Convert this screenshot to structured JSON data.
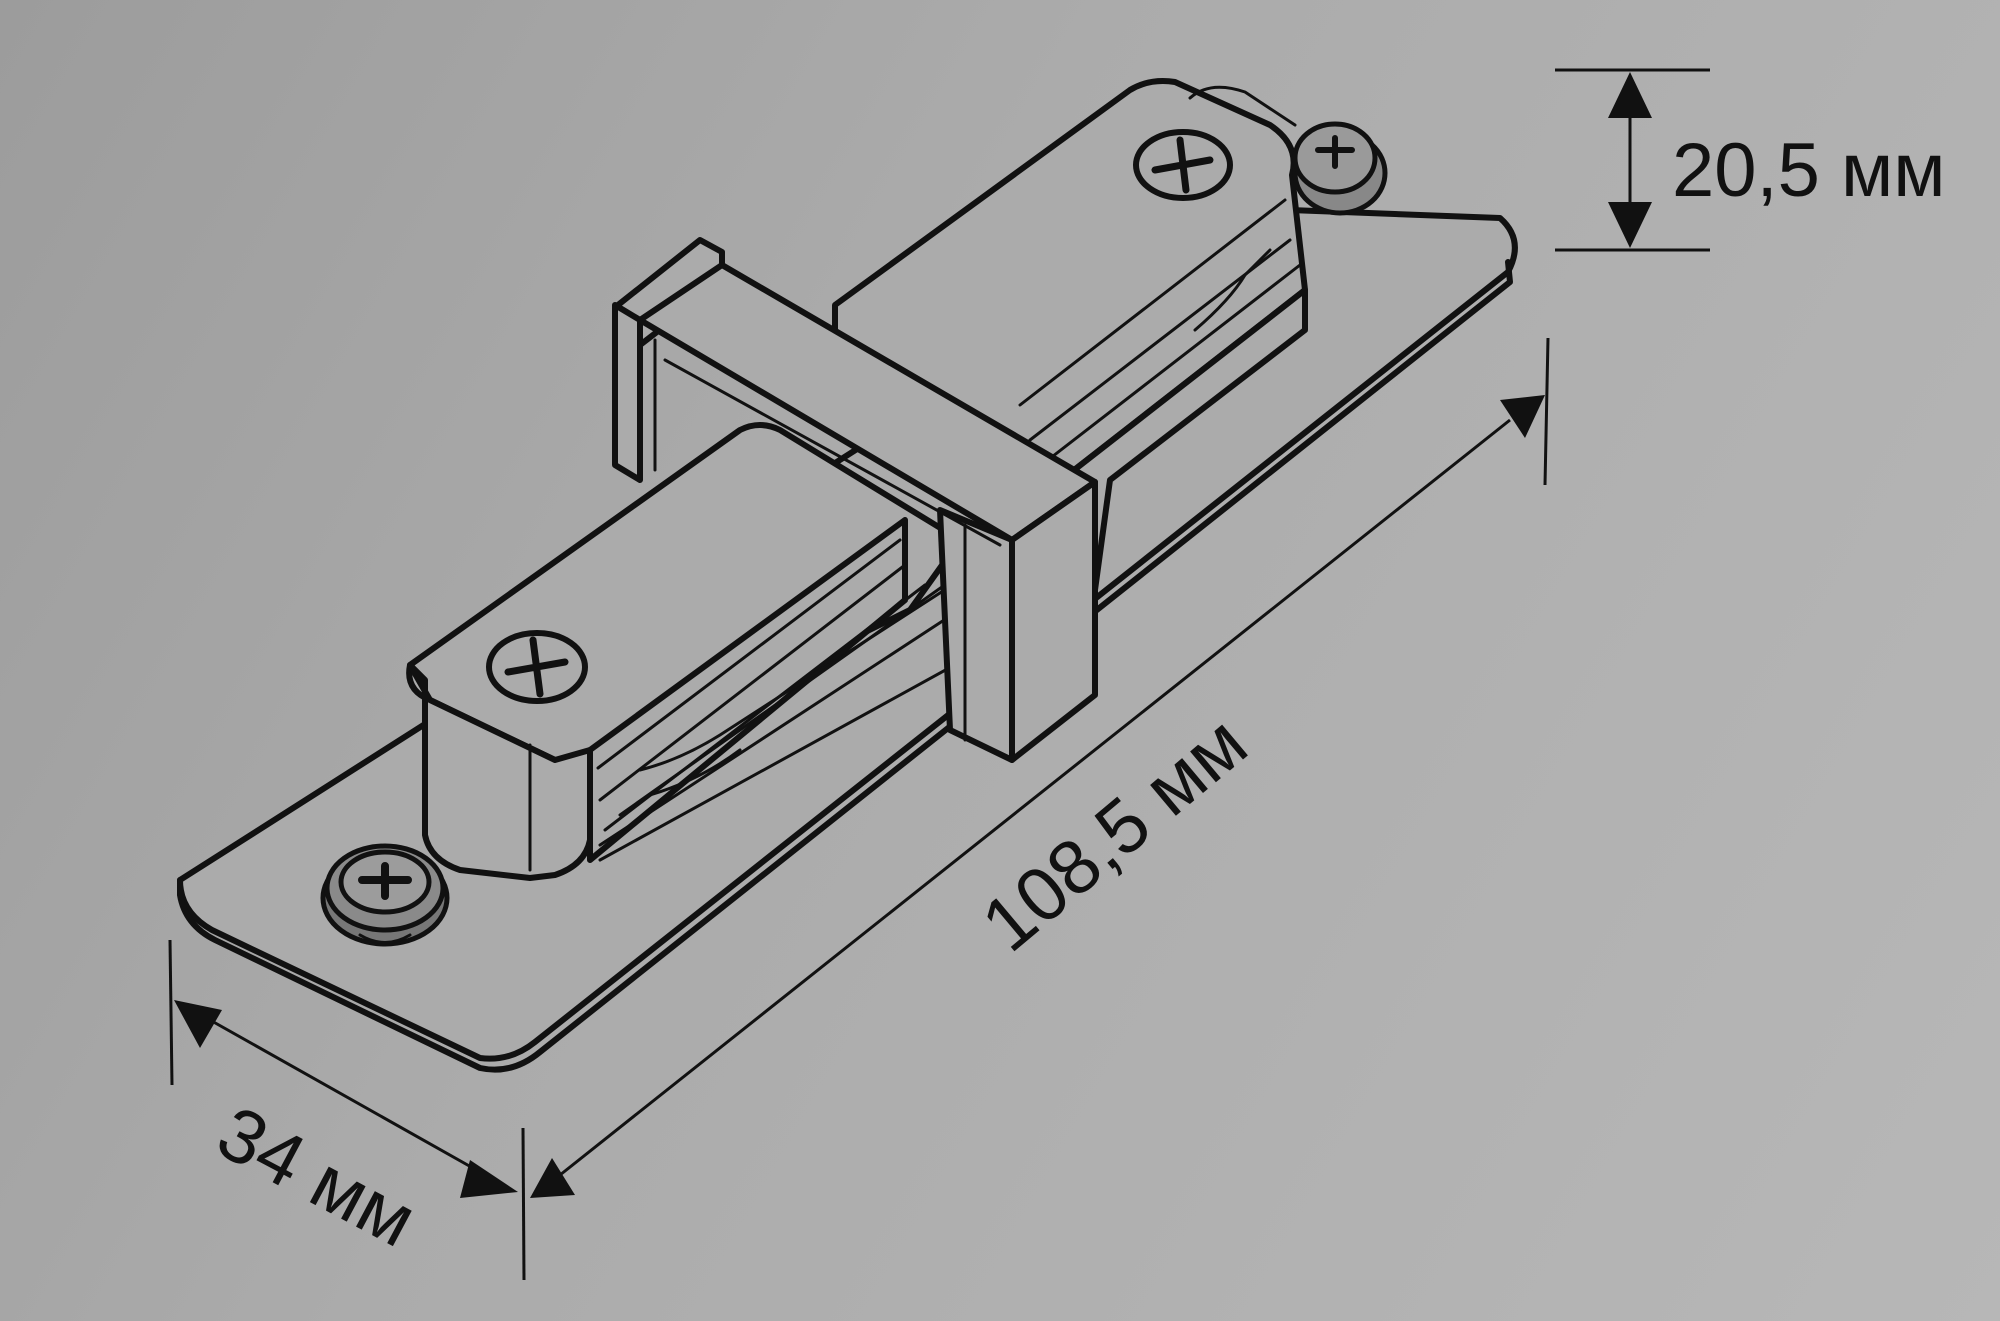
{
  "dimensions": {
    "height": "20,5 мм",
    "length": "108,5 мм",
    "width": "34 мм"
  },
  "colors": {
    "background": "#ababab",
    "line": "#111111"
  }
}
